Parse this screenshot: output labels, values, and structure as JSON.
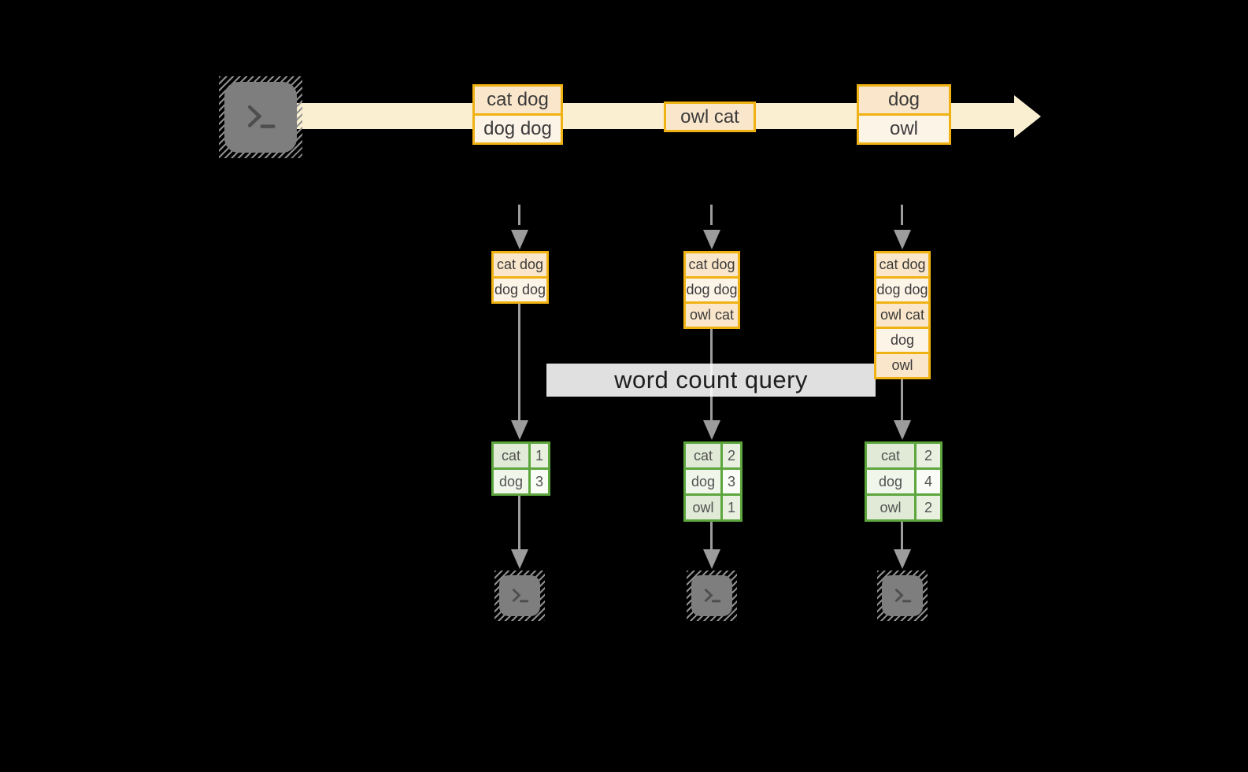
{
  "stream": {
    "boxes": [
      {
        "items": [
          "cat dog",
          "dog dog"
        ]
      },
      {
        "items": [
          "owl cat"
        ]
      },
      {
        "items": [
          "dog",
          "owl"
        ]
      }
    ]
  },
  "batches": [
    {
      "items": [
        "cat dog",
        "dog dog"
      ]
    },
    {
      "items": [
        "cat dog",
        "dog dog",
        "owl cat"
      ]
    },
    {
      "items": [
        "cat dog",
        "dog dog",
        "owl cat",
        "dog",
        "owl"
      ]
    }
  ],
  "query": {
    "label": "word count query"
  },
  "counts": [
    {
      "rows": [
        {
          "word": "cat",
          "count": "1"
        },
        {
          "word": "dog",
          "count": "3"
        }
      ]
    },
    {
      "rows": [
        {
          "word": "cat",
          "count": "2"
        },
        {
          "word": "dog",
          "count": "3"
        },
        {
          "word": "owl",
          "count": "1"
        }
      ]
    },
    {
      "rows": [
        {
          "word": "cat",
          "count": "2"
        },
        {
          "word": "dog",
          "count": "4"
        },
        {
          "word": "owl",
          "count": "2"
        }
      ]
    }
  ],
  "icons": {
    "source": "terminal-prompt-icon",
    "sink": "terminal-prompt-icon"
  },
  "colors": {
    "accent_gold": "#F0B213",
    "accent_green": "#5CA63D",
    "stream_band": "#FAF0D1",
    "arrow_gray": "#9C9C9C",
    "terminal_gray": "#7E7E7E",
    "background": "#000000"
  }
}
